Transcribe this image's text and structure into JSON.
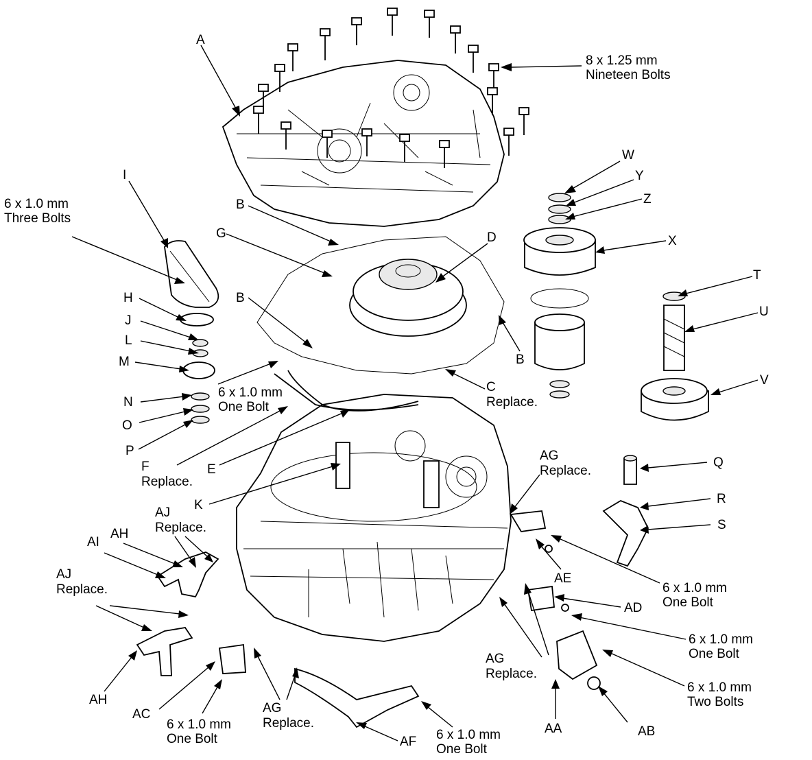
{
  "callouts": [
    {
      "id": "A",
      "lines": [
        "A"
      ]
    },
    {
      "id": "bolts_8x125_nineteen",
      "lines": [
        "8 x 1.25 mm",
        "Nineteen Bolts"
      ]
    },
    {
      "id": "W",
      "lines": [
        "W"
      ]
    },
    {
      "id": "Y",
      "lines": [
        "Y"
      ]
    },
    {
      "id": "Z",
      "lines": [
        "Z"
      ]
    },
    {
      "id": "X",
      "lines": [
        "X"
      ]
    },
    {
      "id": "I",
      "lines": [
        "I"
      ]
    },
    {
      "id": "bolts_6x10_three",
      "lines": [
        "6 x 1.0 mm",
        "Three Bolts"
      ]
    },
    {
      "id": "B_top",
      "lines": [
        "B"
      ]
    },
    {
      "id": "G",
      "lines": [
        "G"
      ]
    },
    {
      "id": "D",
      "lines": [
        "D"
      ]
    },
    {
      "id": "T",
      "lines": [
        "T"
      ]
    },
    {
      "id": "U",
      "lines": [
        "U"
      ]
    },
    {
      "id": "H",
      "lines": [
        "H"
      ]
    },
    {
      "id": "J",
      "lines": [
        "J"
      ]
    },
    {
      "id": "L",
      "lines": [
        "L"
      ]
    },
    {
      "id": "M",
      "lines": [
        "M"
      ]
    },
    {
      "id": "B_left",
      "lines": [
        "B"
      ]
    },
    {
      "id": "B_right",
      "lines": [
        "B"
      ]
    },
    {
      "id": "C",
      "lines": [
        "C",
        "Replace."
      ]
    },
    {
      "id": "V",
      "lines": [
        "V"
      ]
    },
    {
      "id": "N",
      "lines": [
        "N"
      ]
    },
    {
      "id": "O",
      "lines": [
        "O"
      ]
    },
    {
      "id": "P",
      "lines": [
        "P"
      ]
    },
    {
      "id": "bolt_6x10_one_center",
      "lines": [
        "6 x 1.0 mm",
        "One Bolt"
      ]
    },
    {
      "id": "F",
      "lines": [
        "F",
        "Replace."
      ]
    },
    {
      "id": "E",
      "lines": [
        "E"
      ]
    },
    {
      "id": "Q",
      "lines": [
        "Q"
      ]
    },
    {
      "id": "AG_upper",
      "lines": [
        "AG",
        "Replace."
      ]
    },
    {
      "id": "R",
      "lines": [
        "R"
      ]
    },
    {
      "id": "S",
      "lines": [
        "S"
      ]
    },
    {
      "id": "K",
      "lines": [
        "K"
      ]
    },
    {
      "id": "AJ_upper",
      "lines": [
        "AJ",
        "Replace."
      ]
    },
    {
      "id": "AI",
      "lines": [
        "AI"
      ]
    },
    {
      "id": "AH_upper",
      "lines": [
        "AH"
      ]
    },
    {
      "id": "AE",
      "lines": [
        "AE"
      ]
    },
    {
      "id": "bolt_6x10_one_right_upper",
      "lines": [
        "6 x 1.0 mm",
        "One Bolt"
      ]
    },
    {
      "id": "AD",
      "lines": [
        "AD"
      ]
    },
    {
      "id": "AJ_lower",
      "lines": [
        "AJ",
        "Replace."
      ]
    },
    {
      "id": "bolt_6x10_one_right",
      "lines": [
        "6 x 1.0 mm",
        "One Bolt"
      ]
    },
    {
      "id": "AG_right",
      "lines": [
        "AG",
        "Replace."
      ]
    },
    {
      "id": "bolts_6x10_two",
      "lines": [
        "6 x 1.0 mm",
        "Two Bolts"
      ]
    },
    {
      "id": "AH_lower",
      "lines": [
        "AH"
      ]
    },
    {
      "id": "AC",
      "lines": [
        "AC"
      ]
    },
    {
      "id": "bolt_6x10_one_bottom_left",
      "lines": [
        "6 x 1.0 mm",
        "One Bolt"
      ]
    },
    {
      "id": "AG_bottom",
      "lines": [
        "AG",
        "Replace."
      ]
    },
    {
      "id": "AF",
      "lines": [
        "AF"
      ]
    },
    {
      "id": "bolt_6x10_one_bottom",
      "lines": [
        "6 x 1.0 mm",
        "One Bolt"
      ]
    },
    {
      "id": "AA",
      "lines": [
        "AA"
      ]
    },
    {
      "id": "AB",
      "lines": [
        "AB"
      ]
    }
  ]
}
